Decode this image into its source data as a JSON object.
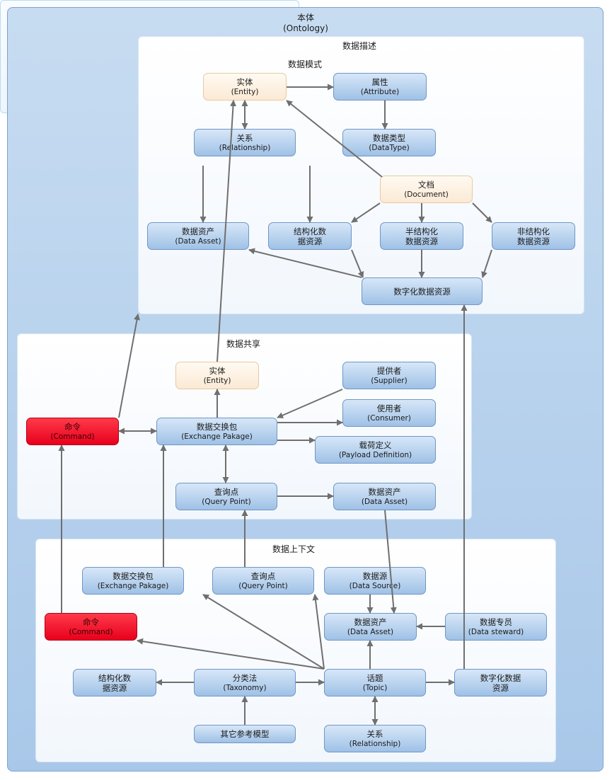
{
  "ontology": {
    "title": "本体",
    "subtitle": "(Ontology)"
  },
  "desc": {
    "title": "数据描述",
    "schema_title": "数据模式",
    "entity": {
      "zh": "实体",
      "en": "(Entity)"
    },
    "attribute": {
      "zh": "属性",
      "en": "(Attribute)"
    },
    "relationship": {
      "zh": "关系",
      "en": "(Relationship)"
    },
    "datatype": {
      "zh": "数据类型",
      "en": "(DataType)"
    },
    "document": {
      "zh": "文档",
      "en": "(Document)"
    },
    "data_asset": {
      "zh": "数据资产",
      "en": "(Data Asset)"
    },
    "structured": {
      "line1": "结构化数",
      "line2": "据资源"
    },
    "semi": {
      "line1": "半结构化",
      "line2": "数据资源"
    },
    "unstructured": {
      "line1": "非结构化",
      "line2": "数据资源"
    },
    "digital": {
      "zh": "数字化数据资源"
    }
  },
  "share": {
    "title": "数据共享",
    "entity": {
      "zh": "实体",
      "en": "(Entity)"
    },
    "supplier": {
      "zh": "提供者",
      "en": "(Supplier)"
    },
    "consumer": {
      "zh": "使用者",
      "en": "(Consumer)"
    },
    "command": {
      "zh": "命令",
      "en": "(Command)"
    },
    "exchange": {
      "zh": "数据交换包",
      "en": "(Exchange Pakage)"
    },
    "payload": {
      "zh": "载荷定义",
      "en": "(Payload Definition)"
    },
    "query": {
      "zh": "查询点",
      "en": "(Query Point)"
    },
    "data_asset": {
      "zh": "数据资产",
      "en": "(Data Asset)"
    }
  },
  "context": {
    "title": "数据上下文",
    "exchange": {
      "zh": "数据交换包",
      "en": "(Exchange Pakage)"
    },
    "query": {
      "zh": "查询点",
      "en": "(Query Point)"
    },
    "source": {
      "zh": "数据源",
      "en": "(Data Source)"
    },
    "command": {
      "zh": "命令",
      "en": "(Command)"
    },
    "data_asset": {
      "zh": "数据资产",
      "en": "(Data Asset)"
    },
    "steward": {
      "zh": "数据专员",
      "en": "(Data steward)"
    },
    "structured": {
      "line1": "结构化数",
      "line2": "据资源"
    },
    "taxonomy": {
      "zh": "分类法",
      "en": "(Taxonomy)"
    },
    "topic": {
      "zh": "话题",
      "en": "(Topic)"
    },
    "digital": {
      "line1": "数字化数据",
      "line2": "资源"
    },
    "other": {
      "zh": "其它参考模型"
    },
    "relationship": {
      "zh": "关系",
      "en": "(Relationship)"
    }
  },
  "colors": {
    "arrow": "#6f6f6f",
    "node_fill": "#b9d3ef",
    "beige_fill": "#fdf0e2",
    "red_fill": "#f0102a",
    "outer_fill": "#b7d1ee"
  }
}
